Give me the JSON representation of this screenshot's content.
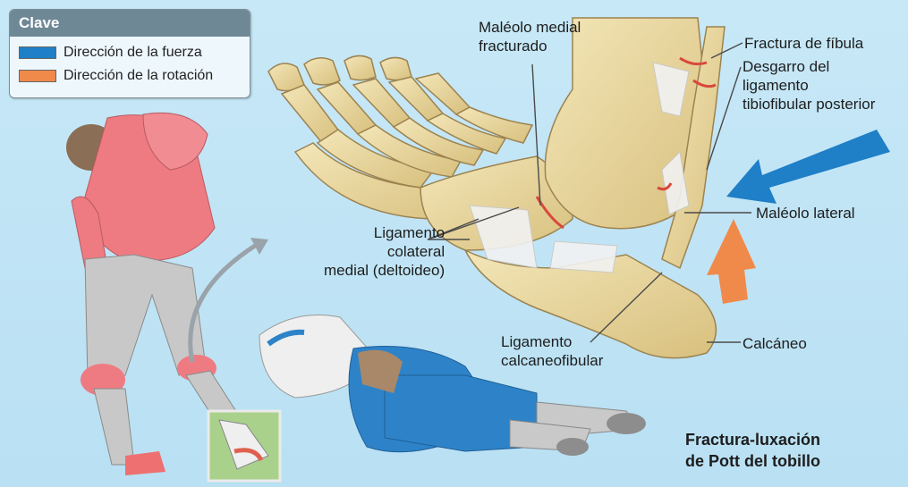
{
  "legend": {
    "title": "Clave",
    "items": [
      {
        "label": "Dirección de la fuerza",
        "color": "#1f7fc7"
      },
      {
        "label": "Dirección de la rotación",
        "color": "#f08a4b"
      }
    ]
  },
  "labels": {
    "medial_malleolus": [
      "Maléolo medial",
      "fracturado"
    ],
    "fibula_fracture": "Fractura de fíbula",
    "ligament_tear": [
      "Desgarro del",
      "ligamento",
      "tibiofibular posterior"
    ],
    "lateral_malleolus": "Maléolo lateral",
    "deltoid": [
      "Ligamento",
      "colateral",
      "medial (deltoideo)"
    ],
    "calcaneofibular": [
      "Ligamento",
      "calcaneofibular"
    ],
    "calcaneus": "Calcáneo"
  },
  "title": [
    "Fractura-luxación",
    "de Pott del tobillo"
  ],
  "colors": {
    "bone": "#ead9a2",
    "bone_edge": "#9c8350",
    "ligament": "#f3f3f3",
    "fracture": "#d9483b",
    "player_red": "#ef7b82",
    "player_blue": "#2e83c8",
    "player_grey": "#c9c9c9"
  }
}
